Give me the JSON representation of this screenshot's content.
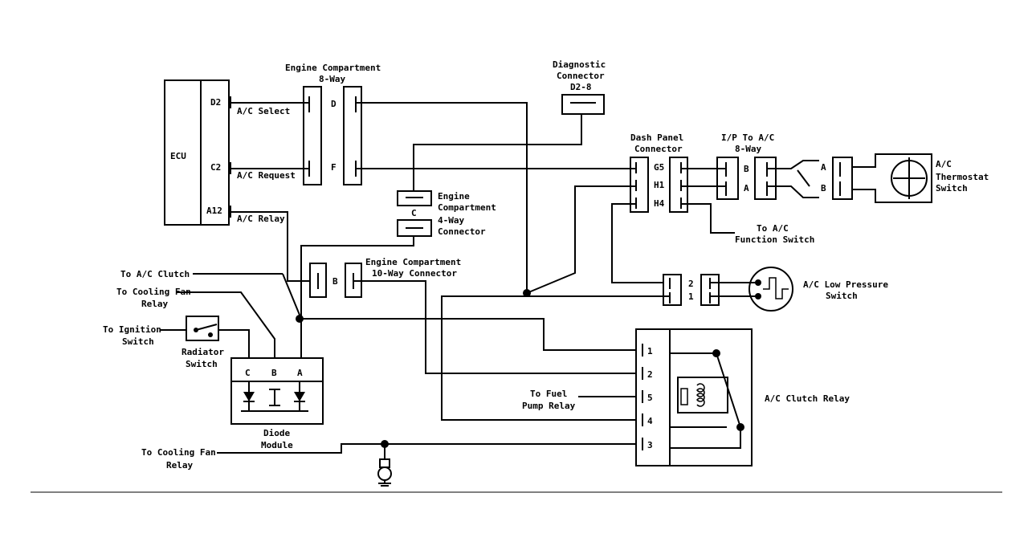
{
  "diagram": {
    "ecu": {
      "label": "ECU",
      "pins": [
        "D2",
        "C2",
        "A12"
      ]
    },
    "signals": {
      "ac_select": "A/C Select",
      "ac_request": "A/C Request",
      "ac_relay": "A/C Relay"
    },
    "engine_8way": {
      "title_line1": "Engine Compartment",
      "title_line2": "8-Way",
      "pin_d": "D",
      "pin_f": "F"
    },
    "diagnostic": {
      "line1": "Diagnostic",
      "line2": "Connector",
      "line3": "D2-8"
    },
    "engine_4way": {
      "line1": "Engine",
      "line2": "Compartment",
      "line3": "4-Way",
      "line4": "Connector",
      "pin": "C"
    },
    "engine_10way": {
      "line1": "Engine Compartment",
      "line2": "10-Way Connector",
      "pin": "B"
    },
    "dash_panel": {
      "line1": "Dash Panel",
      "line2": "Connector",
      "pins": [
        "G5",
        "H1",
        "H4"
      ]
    },
    "ip_ac": {
      "line1": "I/P To A/C",
      "line2": "8-Way",
      "pin_b": "B",
      "pin_a": "A"
    },
    "thermostat": {
      "line1": "A/C",
      "line2": "Thermostat",
      "line3": "Switch",
      "pin_a": "A",
      "pin_b": "B"
    },
    "function_switch": {
      "line1": "To A/C",
      "line2": "Function Switch"
    },
    "low_pressure": {
      "line1": "A/C Low Pressure",
      "line2": "Switch",
      "pin_2": "2",
      "pin_1": "1"
    },
    "left_labels": {
      "ac_clutch": "To A/C Clutch",
      "cooling_fan1_line1": "To Cooling Fan",
      "cooling_fan1_line2": "Relay",
      "ignition_line1": "To Ignition",
      "ignition_line2": "Switch",
      "radiator_line1": "Radiator",
      "radiator_line2": "Switch",
      "cooling_fan2_line1": "To Cooling Fan",
      "cooling_fan2_line2": "Relay"
    },
    "diode_module": {
      "line1": "Diode",
      "line2": "Module",
      "pins": [
        "C",
        "B",
        "A"
      ]
    },
    "clutch_relay": {
      "label": "A/C Clutch Relay",
      "pins": [
        "1",
        "2",
        "5",
        "4",
        "3"
      ]
    },
    "fuel_pump": {
      "line1": "To Fuel",
      "line2": "Pump Relay"
    }
  }
}
